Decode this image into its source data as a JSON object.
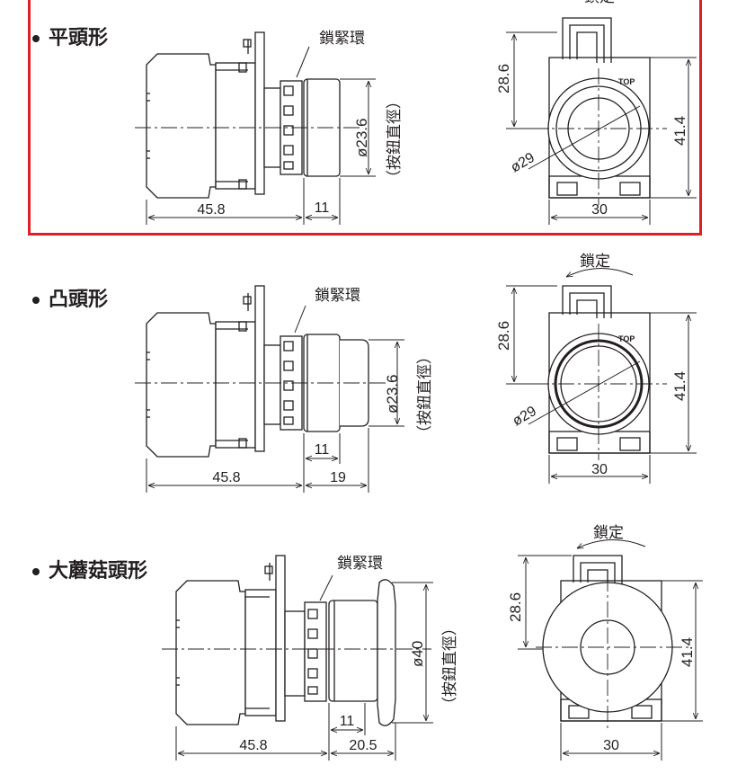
{
  "sections": [
    {
      "title": "平頭形",
      "ring_label": "鎖緊環",
      "lock_label": "鎖定",
      "button_diameter": "ø23.6",
      "button_diameter_note": "（按鈕直徑）",
      "dim_body": "45.8",
      "dim_front": "11",
      "dim_front_total": "",
      "front_dim_height": "28.6",
      "front_dim_total": "41.4",
      "front_dim_width": "30",
      "front_dim_bezel": "ø29",
      "top_mark": "TOP"
    },
    {
      "title": "凸頭形",
      "ring_label": "鎖緊環",
      "lock_label": "鎖定",
      "button_diameter": "ø23.6",
      "button_diameter_note": "（按鈕直徑）",
      "dim_body": "45.8",
      "dim_front": "11",
      "dim_front_total": "19",
      "front_dim_height": "28.6",
      "front_dim_total": "41.4",
      "front_dim_width": "30",
      "front_dim_bezel": "ø29",
      "top_mark": "TOP"
    },
    {
      "title": "大蘑菇頭形",
      "ring_label": "鎖緊環",
      "lock_label": "鎖定",
      "button_diameter": "ø40",
      "button_diameter_note": "（按鈕直徑）",
      "dim_body": "45.8",
      "dim_front": "11",
      "dim_front_total": "20.5",
      "front_dim_height": "28.6",
      "front_dim_total": "41.4",
      "front_dim_width": "30",
      "front_dim_bezel": "",
      "top_mark": ""
    }
  ],
  "colors": {
    "highlight_border": "#e01e25",
    "line": "#231f20"
  }
}
